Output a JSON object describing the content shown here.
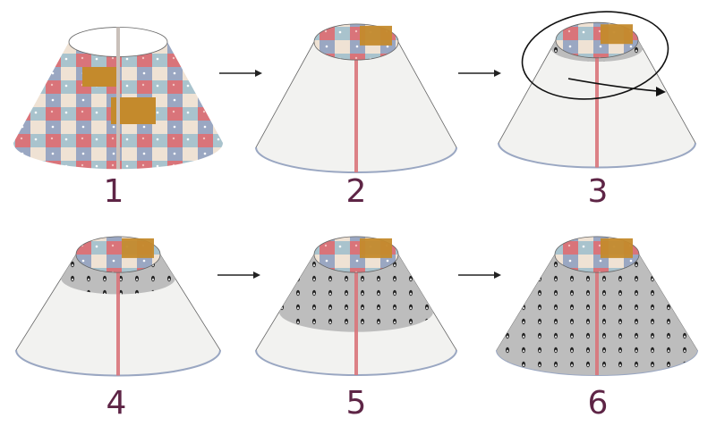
{
  "steps": [
    {
      "number": "1"
    },
    {
      "number": "2"
    },
    {
      "number": "3"
    },
    {
      "number": "4"
    },
    {
      "number": "5"
    },
    {
      "number": "6"
    }
  ],
  "colors": {
    "label": "#5e2546",
    "shade_outline": "#f2f2f0",
    "lamp_stroke": "#666666",
    "arrow": "#222222",
    "patch_pink": "#d9747a",
    "patch_blue": "#a9c3cd",
    "patch_cream": "#efe2d4",
    "patch_mustard": "#c48a2c",
    "patch_slate": "#9aa7c2",
    "patch_floral": "#f0cfc8",
    "tape_gray": "#bdbdbd"
  },
  "tape_progress": [
    0,
    0,
    0.08,
    0.25,
    0.6,
    1.0
  ]
}
